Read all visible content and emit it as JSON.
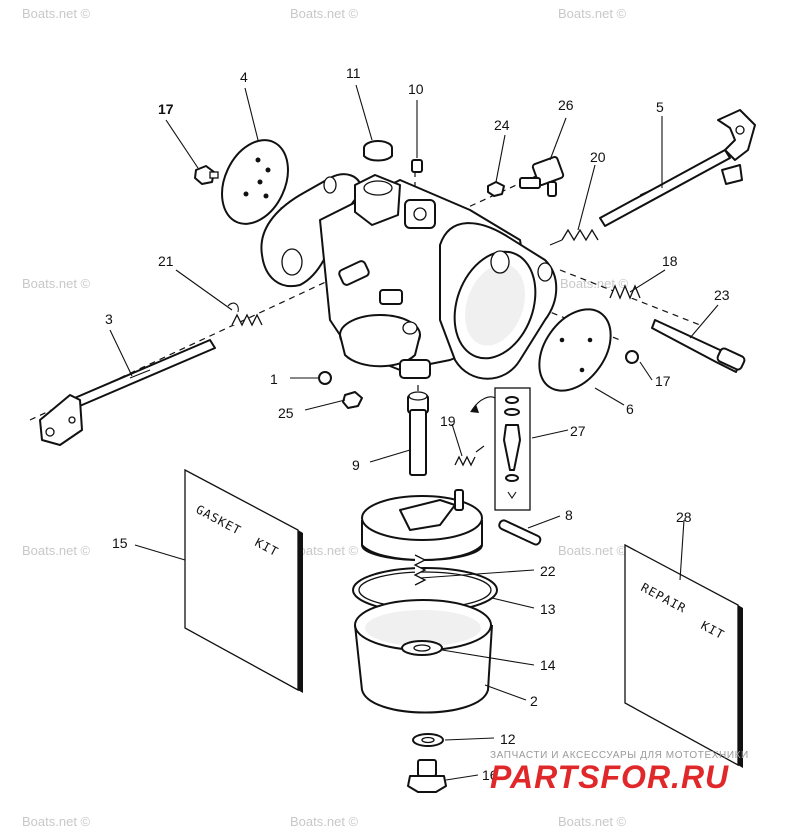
{
  "watermarks": {
    "top_left": "Boats.net ©",
    "top_center": "Boats.net ©",
    "top_right": "Boats.net ©",
    "mid_left": "Boats.net ©",
    "mid_right": "Boats.net ©",
    "lower_left": "Boats.net ©",
    "lower_center": "Boats.net ©",
    "lower_right": "Boats.net ©",
    "bottom_left": "Boats.net ©",
    "bottom_center": "Boats.net ©",
    "bottom_right": "Boats.net ©"
  },
  "callouts": {
    "p1": "1",
    "p2": "2",
    "p3": "3",
    "p4": "4",
    "p5": "5",
    "p6": "6",
    "p8": "8",
    "p9": "9",
    "p10": "10",
    "p11": "11",
    "p12": "12",
    "p13": "13",
    "p14": "14",
    "p15": "15",
    "p16": "16",
    "p17a": "17",
    "p17b": "17",
    "p18": "18",
    "p19": "19",
    "p20": "20",
    "p21": "21",
    "p22": "22",
    "p23": "23",
    "p24": "24",
    "p25": "25",
    "p26": "26",
    "p27": "27",
    "p28": "28"
  },
  "kits": {
    "gasket_line1": "GASKET",
    "gasket_line2": "KIT",
    "repair_line1": "REPAIR",
    "repair_line2": "KIT"
  },
  "brand": {
    "tagline": "ЗАПЧАСТИ И АКСЕССУАРЫ ДЛЯ МОТОТЕХНИКИ",
    "logo": "PARTSFOR.RU",
    "logo_color": "#e0282b"
  }
}
